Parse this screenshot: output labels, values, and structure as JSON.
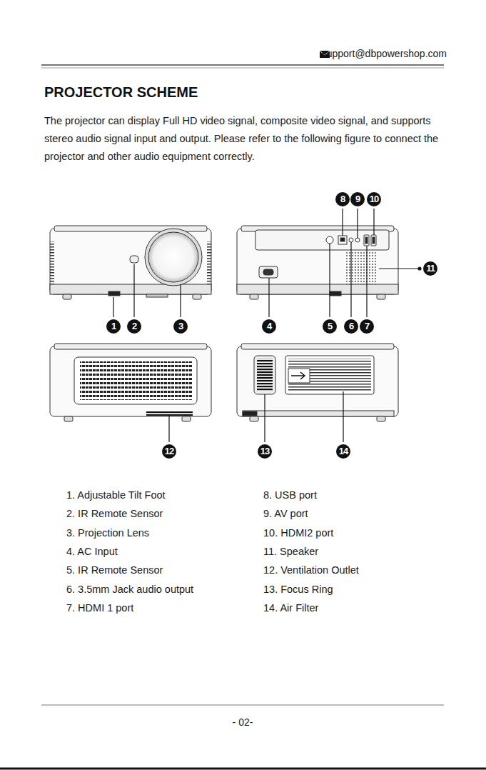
{
  "diagram": {
    "title": "PROJECTOR SCHEME",
    "labels": [
      "support@dbpowershop.com",
      "The projector can display Full HD video signal, composite video signal, and supports stereo audio signal input and output. Please refer to the following figure to connect the projector and other audio equipment correctly.",
      "1",
      "2",
      "3",
      "4",
      "5",
      "6",
      "7",
      "8",
      "9",
      "10",
      "11",
      "12",
      "13",
      "14",
      "1. Adjustable Tilt Foot",
      "2. IR Remote Sensor",
      "3. Projection Lens",
      "4. AC Input",
      "5. IR Remote Sensor",
      "6. 3.5mm Jack audio output",
      "7. HDMI 1 port",
      "8. USB port",
      "9. AV port",
      "10. HDMI2 port",
      "11. Speaker",
      "12. Ventilation Outlet",
      "13. Focus Ring",
      "14. Air Filter",
      "- 02-"
    ]
  }
}
